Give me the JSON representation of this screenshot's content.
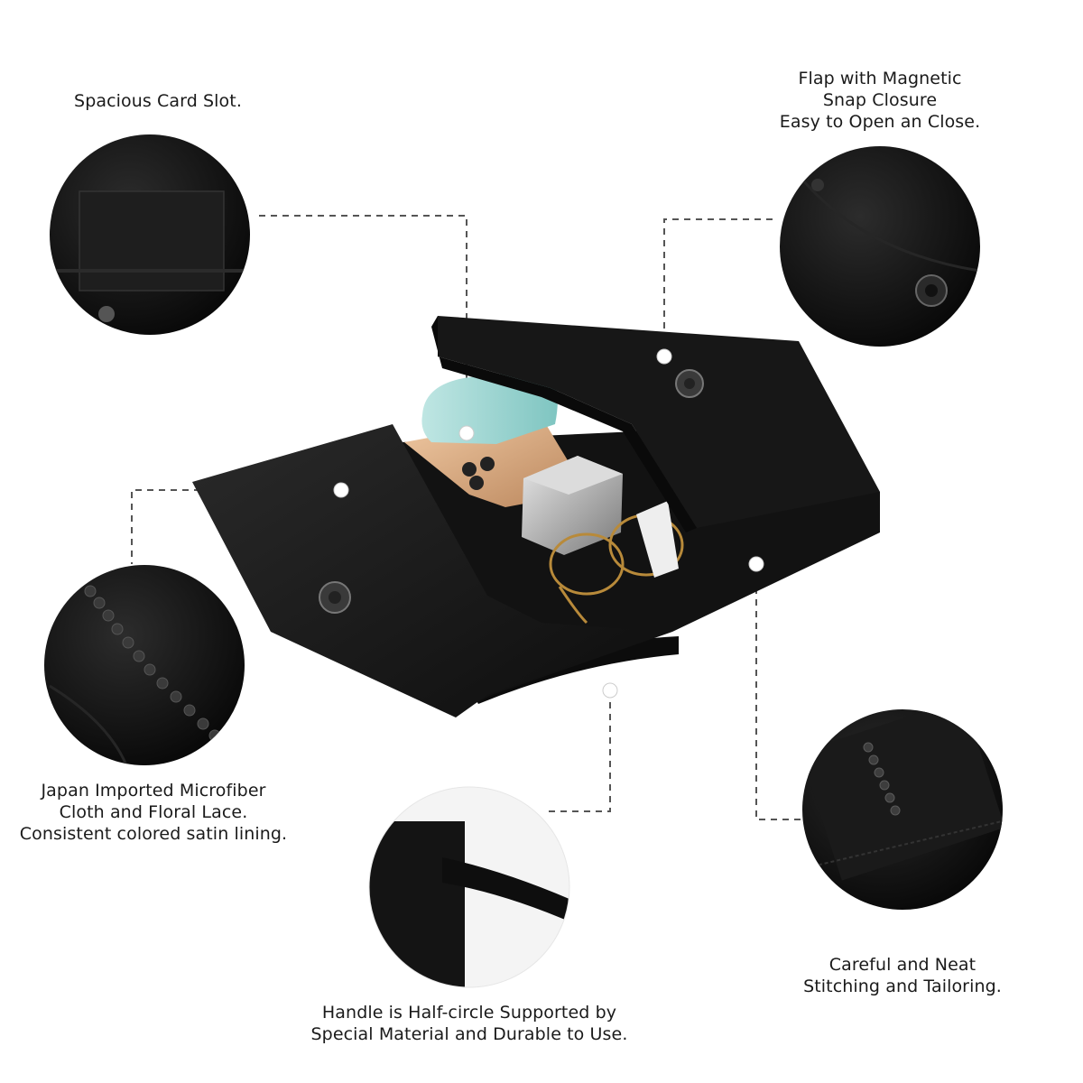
{
  "features": {
    "card_slot": {
      "lines": [
        "Spacious Card Slot."
      ]
    },
    "flap": {
      "lines": [
        "Flap with Magnetic",
        "Snap Closure",
        "Easy to Open an Close."
      ]
    },
    "cloth": {
      "lines": [
        "Japan Imported Microfiber",
        "Cloth and Floral Lace.",
        "Consistent colored satin lining."
      ]
    },
    "handle": {
      "lines": [
        "Handle is Half-circle Supported by",
        "Special Material and Durable to Use."
      ]
    },
    "stitching": {
      "lines": [
        "Careful and Neat",
        "Stitching and Tailoring."
      ]
    }
  },
  "colors": {
    "background": "#ffffff",
    "bag": "#141414",
    "leader_line": "#555555",
    "text": "#1a1a1a"
  }
}
